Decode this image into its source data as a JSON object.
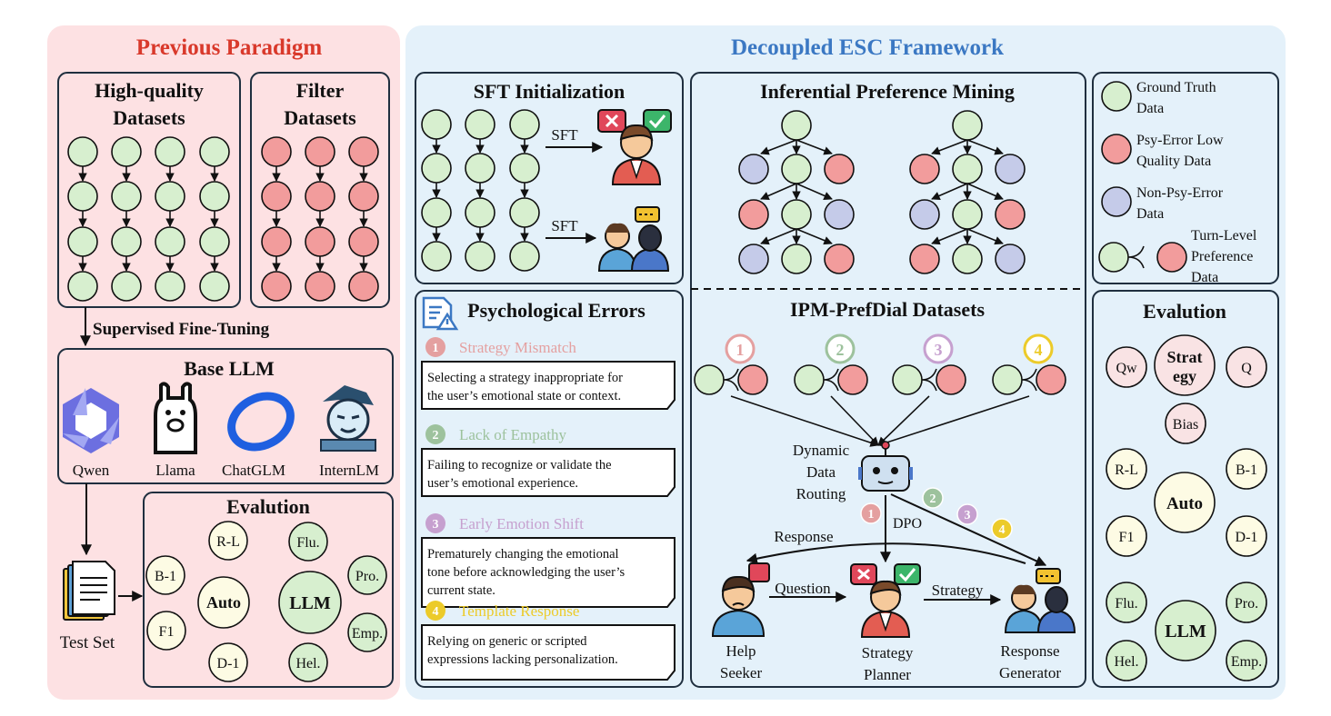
{
  "previous": {
    "title": "Previous Paradigm",
    "hq_title": [
      "High-quality",
      "Datasets"
    ],
    "filter_title": [
      "Filter",
      "Datasets"
    ],
    "sft_label": "Supervised Fine-Tuning",
    "base_llm": "Base LLM",
    "models": [
      "Qwen",
      "Llama",
      "ChatGLM",
      "InternLM"
    ],
    "test_set": "Test Set",
    "eval_title": "Evalution",
    "eval": {
      "auto": "Auto",
      "llm": "LLM",
      "rl": "R-L",
      "b1": "B-1",
      "f1": "F1",
      "d1": "D-1",
      "flu": "Flu.",
      "pro": "Pro.",
      "emp": "Emp.",
      "hel": "Hel."
    }
  },
  "framework": {
    "title": "Decoupled ESC Framework",
    "sft_title": "SFT Initialization",
    "sft_label": "SFT",
    "ipm_title": "Inferential Preference Mining",
    "psy_title": "Psychological Errors",
    "errors": [
      {
        "num": "1",
        "name": "Strategy Mismatch",
        "desc": [
          "Selecting a strategy inappropriate for",
          "the user’s emotional state or context."
        ],
        "color": "#e4a0a0"
      },
      {
        "num": "2",
        "name": "Lack of Empathy",
        "desc": [
          "Failing to recognize or validate the",
          "user’s emotional experience."
        ],
        "color": "#9dc29d"
      },
      {
        "num": "3",
        "name": "Early Emotion Shift",
        "desc": [
          "Prematurely changing the emotional",
          "tone before acknowledging the user’s",
          "current state."
        ],
        "color": "#c6a0cf"
      },
      {
        "num": "4",
        "name": "Template Response",
        "desc": [
          "Relying on generic or scripted",
          "expressions lacking personalization."
        ],
        "color": "#eccb2a"
      }
    ],
    "prefdial_title": "IPM-PrefDial Datasets",
    "routing": [
      "Dynamic",
      "Data",
      "Routing"
    ],
    "dpo": "DPO",
    "response": "Response",
    "question": "Question",
    "strategy": "Strategy",
    "help_seeker": [
      "Help",
      "Seeker"
    ],
    "strategy_planner": [
      "Strategy",
      "Planner"
    ],
    "response_generator": [
      "Response",
      "Generator"
    ],
    "legend": [
      {
        "label": [
          "Ground Truth",
          "Data"
        ],
        "color": "#d7efcf"
      },
      {
        "label": [
          "Psy-Error Low",
          "Quality Data"
        ],
        "color": "#f29c9c"
      },
      {
        "label": [
          "Non-Psy-Error",
          "Data"
        ],
        "color": "#c5cbe9"
      },
      {
        "label": [
          "Turn-Level",
          "Preference",
          "Data"
        ],
        "color": "#f29c9c"
      }
    ],
    "eval_title": "Evalution",
    "eval": {
      "strategy": [
        "Strat",
        "egy"
      ],
      "qw": "Qw",
      "q": "Q",
      "bias": "Bias",
      "auto": "Auto",
      "rl": "R-L",
      "b1": "B-1",
      "f1": "F1",
      "d1": "D-1",
      "llm": "LLM",
      "flu": "Flu.",
      "pro": "Pro.",
      "hel": "Hel.",
      "emp": "Emp."
    }
  },
  "colors": {
    "green": "#d7efcf",
    "red": "#f29c9c",
    "blue": "#c5cbe9",
    "left_bg": "#fde1e3",
    "right_bg": "#e4f1fa",
    "title_red": "#d9392b",
    "title_blue": "#3b78c3",
    "yellow": "#fdfbe4",
    "pink": "#f9e3e4"
  }
}
